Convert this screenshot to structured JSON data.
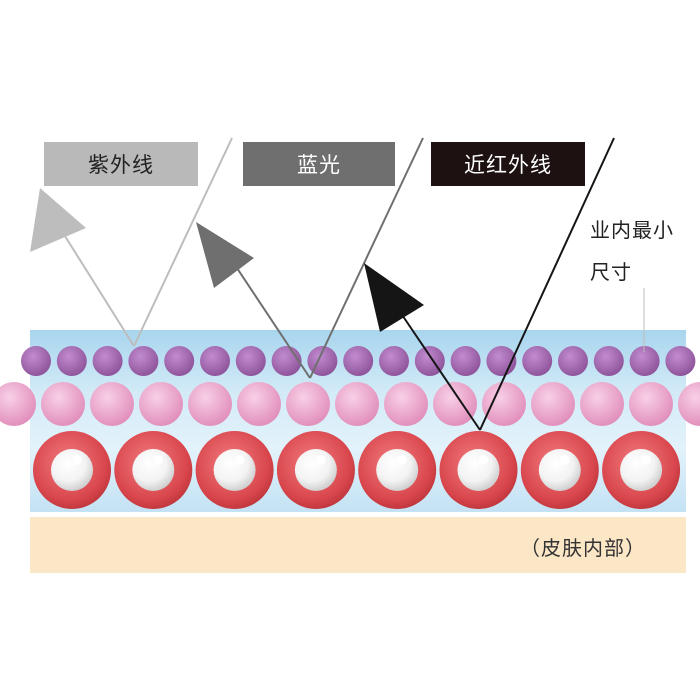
{
  "labels": {
    "uv": "紫外线",
    "blue": "蓝光",
    "nir": "近红外线",
    "note_line1": "业内最小",
    "note_line2": "尺寸",
    "skin": "（皮肤内部）"
  },
  "colors": {
    "uv": "#b9b9b9",
    "blue": "#6f6f6f",
    "nir": "#1d1111",
    "top_layer": "#a46bb0",
    "mid_layer": "#e9a0c8",
    "bottom_layer": "#d64a4f",
    "skin": "#fbe6c6",
    "band": "#a9d6ee"
  }
}
